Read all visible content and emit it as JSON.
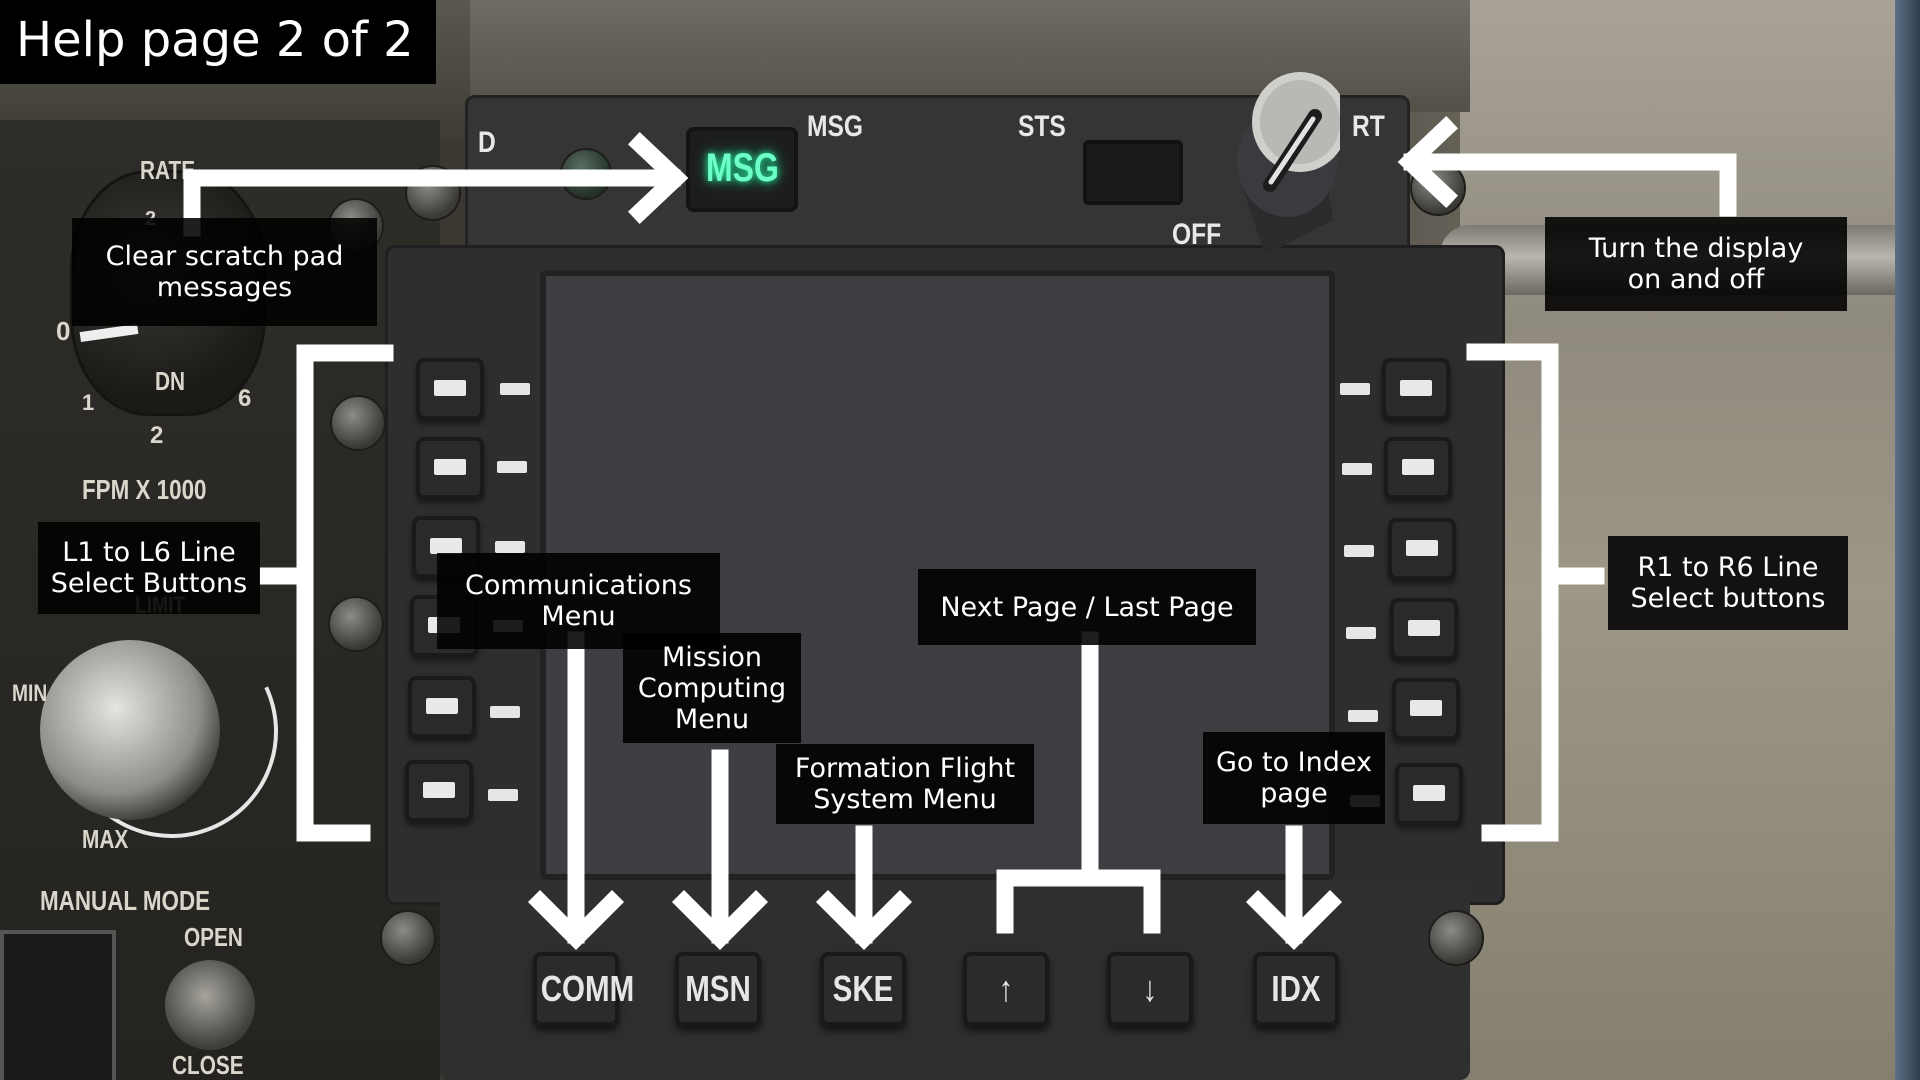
{
  "help": {
    "title": "Help page 2 of 2"
  },
  "panel_labels": {
    "msg": "MSG",
    "sts": "STS",
    "rt": "RT",
    "off": "OFF",
    "msg_lamp": "MSG",
    "d_top": "D"
  },
  "left_panel": {
    "rate": "RATE",
    "dn": "DN",
    "fpm": "FPM X 1000",
    "limit": "LIMIT",
    "min": "MIN",
    "max": "MAX",
    "manual_mode": "MANUAL MODE",
    "open": "OPEN",
    "close": "CLOSE",
    "gauge_numbers": [
      "0",
      "1",
      "2",
      "6",
      "2"
    ]
  },
  "keys": {
    "comm": "COMM",
    "msn": "MSN",
    "ske": "SKE",
    "up_arrow": "↑",
    "down_arrow": "↓",
    "idx": "IDX"
  },
  "callouts": {
    "clear_scratch_pad": [
      "Clear scratch pad",
      "messages"
    ],
    "turn_display": [
      "Turn the display",
      "on and off"
    ],
    "left_lsk": [
      "L1 to L6 Line",
      "Select Buttons"
    ],
    "right_lsk": [
      "R1 to R6 Line",
      "Select buttons"
    ],
    "comm_menu": [
      "Communications",
      "Menu"
    ],
    "mission_menu": [
      "Mission",
      "Computing",
      "Menu"
    ],
    "formation_menu": [
      "Formation Flight",
      "System Menu"
    ],
    "next_last_page": [
      "Next Page / Last Page"
    ],
    "index_page": [
      "Go to Index",
      "page"
    ]
  },
  "colors": {
    "msg_lamp": "#6dffc6",
    "overlay_bg": "#000000",
    "arrow": "#ffffff"
  }
}
